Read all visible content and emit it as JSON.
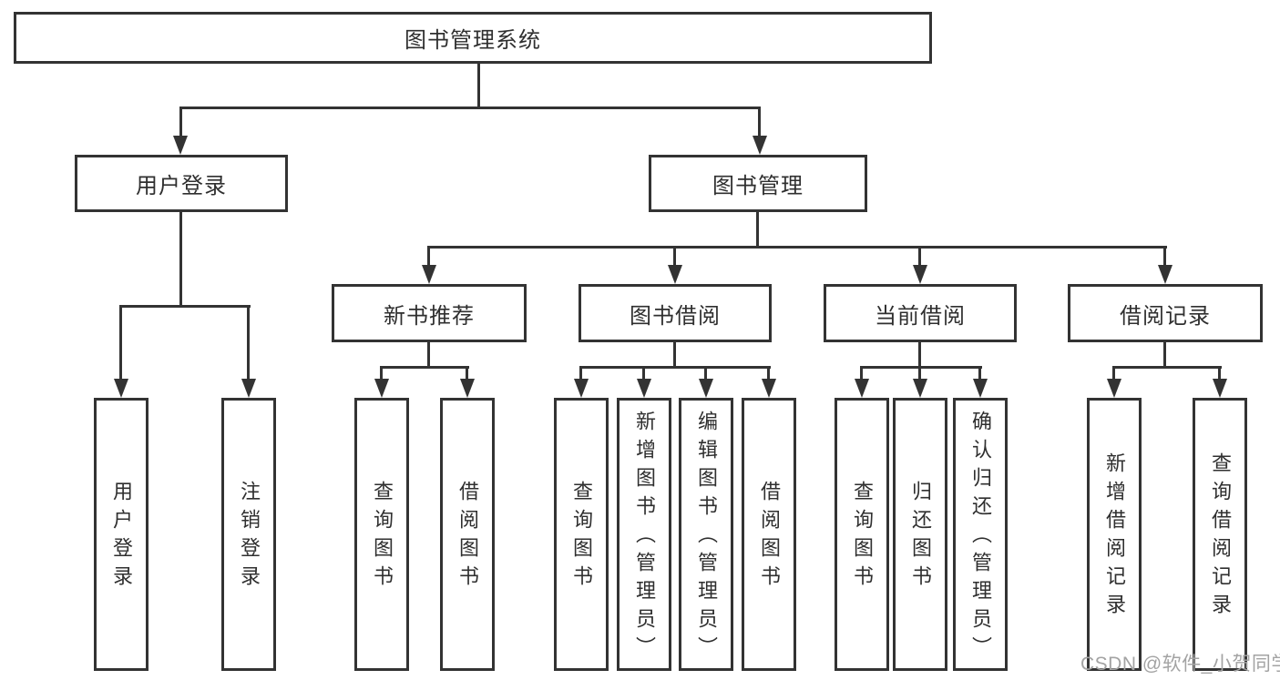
{
  "diagram": {
    "title": "图书管理系统",
    "root": {
      "label": "图书管理系统",
      "children": [
        {
          "label": "用户登录",
          "children": [
            {
              "label": "用户登录"
            },
            {
              "label": "注销登录"
            }
          ]
        },
        {
          "label": "图书管理",
          "children": [
            {
              "label": "新书推荐",
              "children": [
                {
                  "label": "查询图书"
                },
                {
                  "label": "借阅图书"
                }
              ]
            },
            {
              "label": "图书借阅",
              "children": [
                {
                  "label": "查询图书"
                },
                {
                  "label": "新增图书（管理员）"
                },
                {
                  "label": "编辑图书（管理员）"
                },
                {
                  "label": "借阅图书"
                }
              ]
            },
            {
              "label": "当前借阅",
              "children": [
                {
                  "label": "查询图书"
                },
                {
                  "label": "归还图书"
                },
                {
                  "label": "确认归还（管理员）"
                }
              ]
            },
            {
              "label": "借阅记录",
              "children": [
                {
                  "label": "新增借阅记录"
                },
                {
                  "label": "查询借阅记录"
                }
              ]
            }
          ]
        }
      ]
    },
    "colors": {
      "line": "#333333",
      "box_border": "#333333",
      "box_fill": "#ffffff",
      "text": "#2f2f2f",
      "watermark": "#a3a3a3",
      "background": "#ffffff"
    }
  },
  "watermark": {
    "text": "CSDN @软件_小贺同学"
  }
}
